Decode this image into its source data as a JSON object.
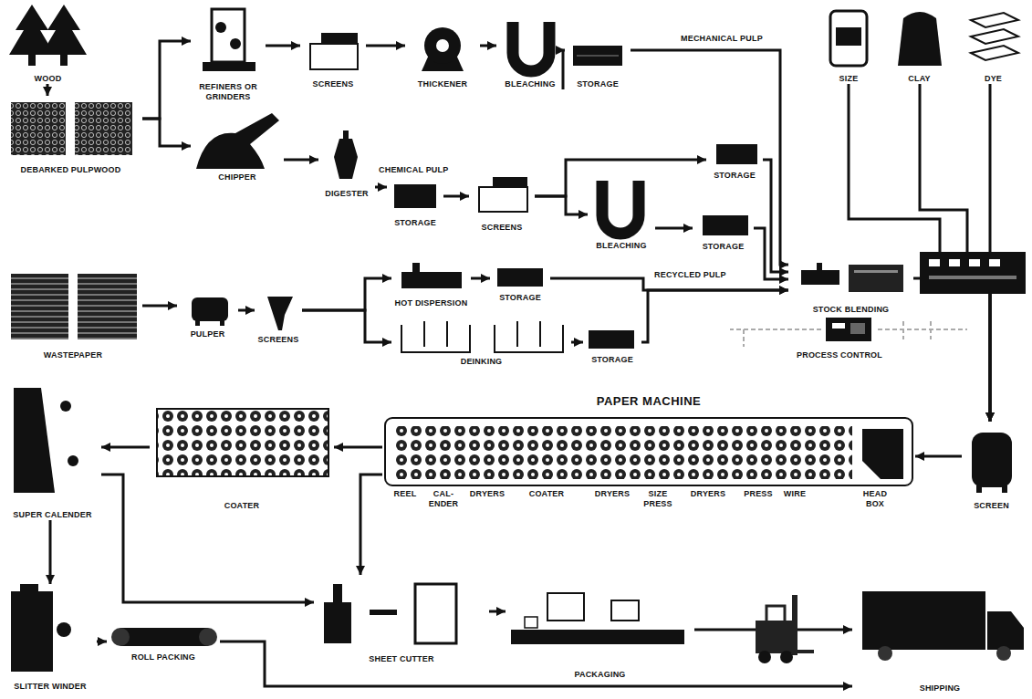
{
  "diagram": {
    "title": "PAPER MACHINE",
    "nodes": [
      {
        "text": [
          "WOOD"
        ]
      },
      {
        "text": [
          "DEBARKED PULPWOOD"
        ]
      },
      {
        "text": [
          "REFINERS OR GRINDERS"
        ]
      },
      {
        "text": [
          "SCREENS"
        ]
      },
      {
        "text": [
          "THICKENER"
        ]
      },
      {
        "text": [
          "BLEACHING"
        ]
      },
      {
        "text": [
          "STORAGE"
        ]
      },
      {
        "text": [
          "SIZE"
        ]
      },
      {
        "text": [
          "CLAY"
        ]
      },
      {
        "text": [
          "DYE"
        ]
      },
      {
        "text": [
          "CHIPPER"
        ]
      },
      {
        "text": [
          "DIGESTER"
        ]
      },
      {
        "text": [
          "STORAGE"
        ]
      },
      {
        "text": [
          "SCREENS"
        ]
      },
      {
        "text": [
          "STORAGE"
        ]
      },
      {
        "text": [
          "BLEACHING"
        ]
      },
      {
        "text": [
          "STORAGE"
        ]
      },
      {
        "text": [
          "WASTEPAPER"
        ]
      },
      {
        "text": [
          "PULPER"
        ]
      },
      {
        "text": [
          "SCREENS"
        ]
      },
      {
        "text": [
          "HOT DISPERSION"
        ]
      },
      {
        "text": [
          "STORAGE"
        ]
      },
      {
        "text": [
          "DEINKING"
        ]
      },
      {
        "text": [
          "STORAGE"
        ]
      },
      {
        "text": [
          "STOCK BLENDING"
        ]
      },
      {
        "text": [
          "PROCESS CONTROL"
        ]
      },
      {
        "text": [
          "SCREEN"
        ]
      },
      {
        "text": [
          "PAPER MACHINE"
        ]
      },
      {
        "text": [
          "REEL"
        ],
        "in": 27
      },
      {
        "text": [
          "CAL- ENDER"
        ],
        "in": 27
      },
      {
        "text": [
          "DRYERS"
        ],
        "in": 27
      },
      {
        "text": [
          "COATER"
        ],
        "in": 27
      },
      {
        "text": [
          "DRYERS"
        ],
        "in": 27
      },
      {
        "text": [
          "SIZE PRESS"
        ],
        "in": 27
      },
      {
        "text": [
          "DRYERS"
        ],
        "in": 27
      },
      {
        "text": [
          "PRESS"
        ],
        "in": 27
      },
      {
        "text": [
          "WIRE"
        ],
        "in": 27
      },
      {
        "text": [
          "HEAD BOX"
        ],
        "in": 27
      },
      {
        "text": [
          "COATER"
        ]
      },
      {
        "text": [
          "SUPER CALENDER"
        ]
      },
      {
        "text": [
          "SLITTER WINDER"
        ]
      },
      {
        "text": [
          "ROLL PACKING"
        ]
      },
      {
        "text": [
          "SHEET CUTTER"
        ]
      },
      {
        "text": [
          "PACKAGING"
        ]
      },
      {
        "text": [
          "SHIPPING"
        ]
      }
    ],
    "edges": [
      {
        "from": 0,
        "to": 1,
        "arrow": "to"
      },
      {
        "from": 1,
        "to": 2,
        "arrow": "to"
      },
      {
        "from": 1,
        "to": 10,
        "arrow": "to"
      },
      {
        "from": 2,
        "to": 3,
        "arrow": "to"
      },
      {
        "from": 3,
        "to": 4,
        "arrow": "to"
      },
      {
        "from": 4,
        "to": 5,
        "arrow": "to"
      },
      {
        "from": 5,
        "to": 6,
        "arrow": "to"
      },
      {
        "from": 6,
        "to": 24,
        "label": "MECHANICAL PULP",
        "arrow": "to"
      },
      {
        "from": 7,
        "to": 26,
        "arrow": "to"
      },
      {
        "from": 8,
        "to": 26,
        "arrow": "to"
      },
      {
        "from": 9,
        "to": 26,
        "arrow": "to"
      },
      {
        "from": 10,
        "to": 11,
        "arrow": "to"
      },
      {
        "from": 11,
        "to": 12,
        "label": "CHEMICAL PULP",
        "arrow": "to"
      },
      {
        "from": 12,
        "to": 13,
        "arrow": "to"
      },
      {
        "from": 13,
        "to": 14,
        "arrow": "to"
      },
      {
        "from": 13,
        "to": 15,
        "arrow": "to"
      },
      {
        "from": 15,
        "to": 16,
        "arrow": "to"
      },
      {
        "from": 14,
        "to": 24,
        "arrow": "to"
      },
      {
        "from": 16,
        "to": 24,
        "arrow": "to"
      },
      {
        "from": 17,
        "to": 18,
        "arrow": "to"
      },
      {
        "from": 18,
        "to": 19,
        "arrow": "to"
      },
      {
        "from": 19,
        "to": 20,
        "arrow": "to"
      },
      {
        "from": 19,
        "to": 22,
        "arrow": "to"
      },
      {
        "from": 20,
        "to": 21,
        "arrow": "to"
      },
      {
        "from": 22,
        "to": 23,
        "arrow": "to"
      },
      {
        "from": 21,
        "to": 24,
        "label": "RECYCLED PULP",
        "arrow": "to"
      },
      {
        "from": 23,
        "to": 24,
        "arrow": "to"
      },
      {
        "from": 24,
        "to": 26,
        "arrow": "to"
      },
      {
        "from": 26,
        "to": 27,
        "arrow": "to"
      },
      {
        "from": 27,
        "to": 38,
        "arrow": "to"
      },
      {
        "from": 38,
        "to": 39,
        "arrow": "to"
      },
      {
        "from": 27,
        "to": 42,
        "arrow": "to"
      },
      {
        "from": 39,
        "to": 42,
        "arrow": "to"
      },
      {
        "from": 39,
        "to": 40,
        "arrow": "to"
      },
      {
        "from": 40,
        "to": 41,
        "arrow": "to"
      },
      {
        "from": 41,
        "to": 44,
        "arrow": "to"
      },
      {
        "from": 42,
        "to": 43,
        "arrow": "to"
      },
      {
        "from": 43,
        "to": 44,
        "arrow": "to"
      }
    ]
  }
}
